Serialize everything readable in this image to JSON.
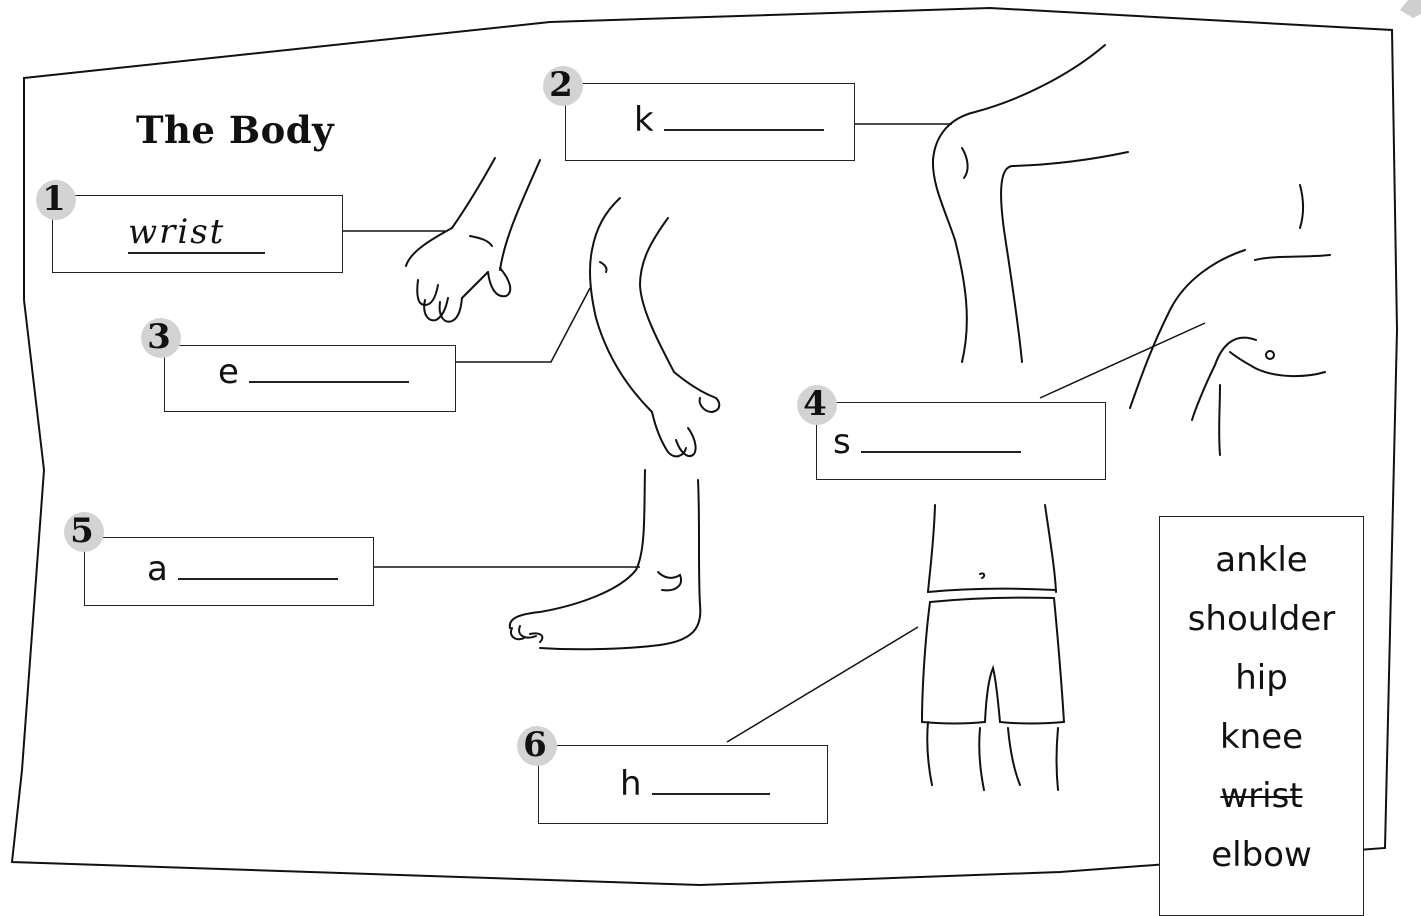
{
  "worksheet": {
    "title": "The Body",
    "labels": [
      {
        "number": "1",
        "answer": "wrist"
      },
      {
        "number": "2",
        "hint": "k"
      },
      {
        "number": "3",
        "hint": "e"
      },
      {
        "number": "4",
        "hint": "s"
      },
      {
        "number": "5",
        "hint": "a"
      },
      {
        "number": "6",
        "hint": "h"
      }
    ],
    "word_bank": [
      {
        "word": "ankle",
        "crossed_out": false
      },
      {
        "word": "shoulder",
        "crossed_out": false
      },
      {
        "word": "hip",
        "crossed_out": false
      },
      {
        "word": "knee",
        "crossed_out": false
      },
      {
        "word": "wrist",
        "crossed_out": true
      },
      {
        "word": "elbow",
        "crossed_out": false
      }
    ]
  }
}
